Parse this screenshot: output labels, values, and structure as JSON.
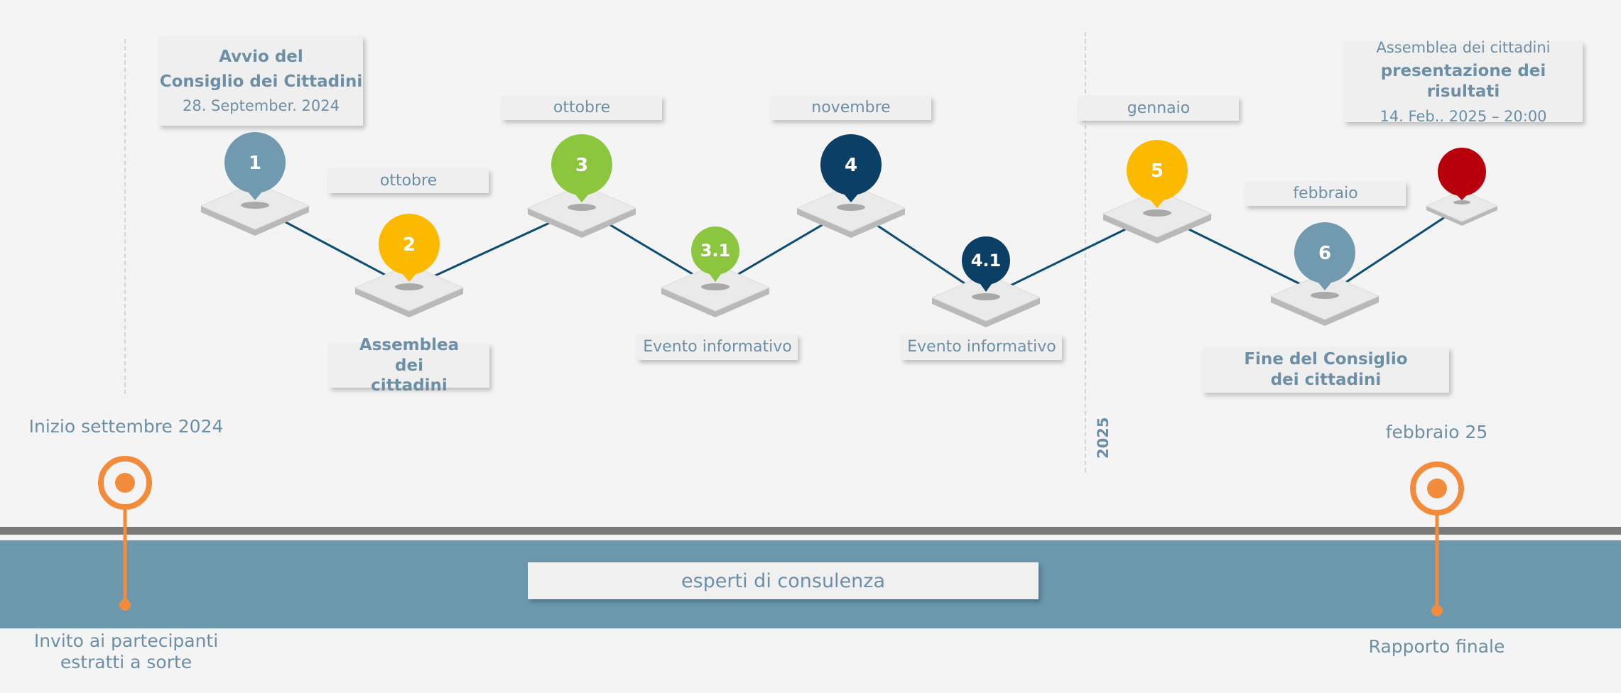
{
  "colors": {
    "background": "#f4f4f4",
    "text": "#6c8fa6",
    "connector": "#0d4d73",
    "band": "#6b98ad",
    "orange": "#f28c3c",
    "steel": "#7199b0",
    "yellow": "#fbb900",
    "green": "#8cc63f",
    "navy": "#0b3f66",
    "red": "#b8000c"
  },
  "year_marker": "2025",
  "start": {
    "label": "Inizio settembre 2024",
    "caption": "Invito ai partecipanti estratti a sorte"
  },
  "end": {
    "label": "febbraio 25",
    "caption": "Rapporto finale"
  },
  "band_label": "esperti di consulenza",
  "milestones": [
    {
      "number": "1",
      "color": "#7199b0",
      "title_line1": "Avvio del",
      "title_line2": "Consiglio dei Cittadini",
      "date": "28. September. 2024"
    },
    {
      "number": "2",
      "color": "#fbb900",
      "month": "ottobre",
      "title": "Assemblea dei cittadini"
    },
    {
      "number": "3",
      "color": "#8cc63f",
      "month": "ottobre"
    },
    {
      "number": "3.1",
      "color": "#8cc63f",
      "title": "Evento informativo"
    },
    {
      "number": "4",
      "color": "#0b3f66",
      "month": "novembre"
    },
    {
      "number": "4.1",
      "color": "#0b3f66",
      "title": "Evento informativo"
    },
    {
      "number": "5",
      "color": "#fbb900",
      "month": "gennaio"
    },
    {
      "number": "6",
      "color": "#7199b0",
      "month": "febbraio",
      "title": "Fine del Consiglio dei cittadini"
    },
    {
      "number": "",
      "color": "#b8000c",
      "title_line1": "Assemblea dei cittadini",
      "title_line2": "presentazione dei risultati",
      "date": "14. Feb.. 2025 – 20:00"
    }
  ]
}
